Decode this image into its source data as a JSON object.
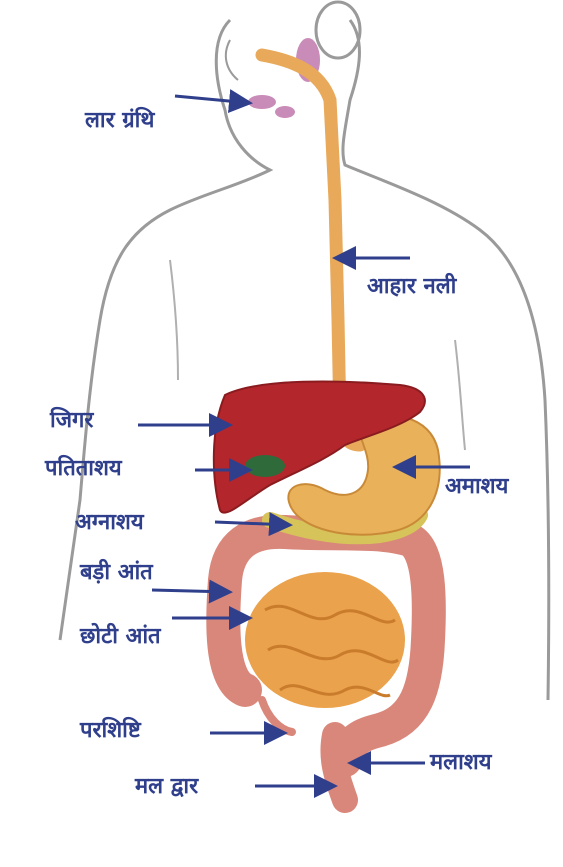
{
  "labels": {
    "salivary_gland": "लार ग्रंथि",
    "esophagus": "आहार नली",
    "liver": "जिगर",
    "gallbladder": "पतिताशय",
    "stomach": "अमाशय",
    "pancreas": "अग्नाशय",
    "large_intestine": "बड़ी आंत",
    "small_intestine": "छोटी आंत",
    "appendix": "परशिष्टि",
    "rectum": "मलाशय",
    "anus": "मल द्वार"
  },
  "colors": {
    "label_text": "#2f3f8c",
    "liver": "#b3262c",
    "stomach": "#e9b25a",
    "small_intestine": "#eba24c",
    "large_intestine": "#d9877a",
    "esophagus": "#e8a95a",
    "gallbladder": "#2f6b3a",
    "pancreas": "#d6c35a"
  }
}
